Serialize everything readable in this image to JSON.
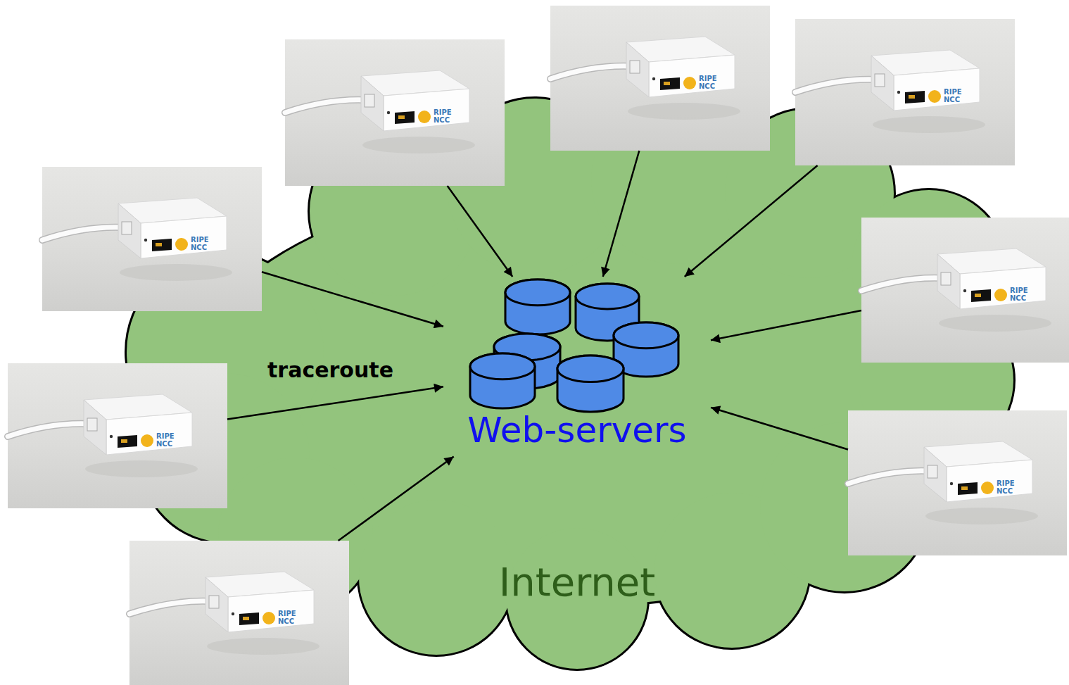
{
  "diagram": {
    "nodes": [
      {
        "text": [
          "Internet"
        ]
      },
      {
        "text": [
          "Web-servers"
        ],
        "in": 0
      },
      {
        "text": [
          "RIPE NCC"
        ]
      },
      {
        "text": [
          "RIPE NCC"
        ]
      },
      {
        "text": [
          "RIPE NCC"
        ]
      },
      {
        "text": [
          "RIPE NCC"
        ]
      },
      {
        "text": [
          "RIPE NCC"
        ]
      },
      {
        "text": [
          "RIPE NCC"
        ]
      },
      {
        "text": [
          "RIPE NCC"
        ]
      },
      {
        "text": [
          "RIPE NCC"
        ]
      }
    ],
    "edges": [
      {
        "from": 2,
        "to": 1,
        "arrow": "to"
      },
      {
        "from": 3,
        "to": 1,
        "arrow": "to"
      },
      {
        "from": 4,
        "to": 1,
        "arrow": "to"
      },
      {
        "from": 5,
        "to": 1,
        "arrow": "to"
      },
      {
        "from": 6,
        "to": 1,
        "arrow": "to"
      },
      {
        "from": 7,
        "to": 1,
        "arrow": "to",
        "label": "traceroute"
      },
      {
        "from": 8,
        "to": 1,
        "arrow": "to"
      },
      {
        "from": 9,
        "to": 1,
        "arrow": "to"
      }
    ]
  }
}
